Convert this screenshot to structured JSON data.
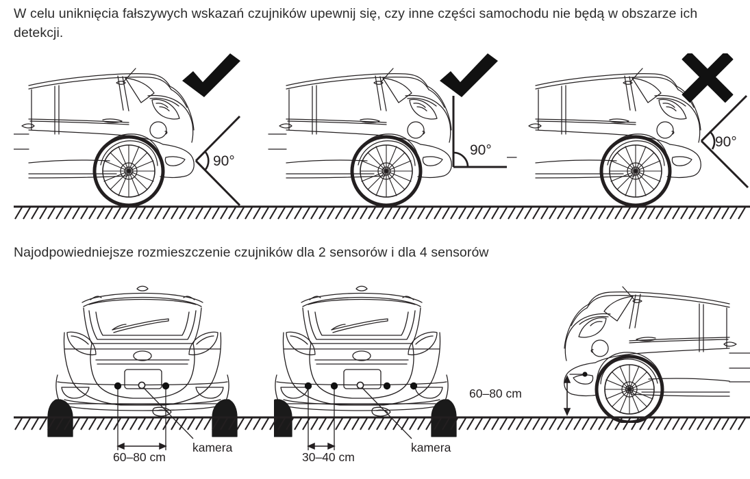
{
  "document": {
    "intro_text": "W celu uniknięcia fałszywych wskazań czujników upewnij się, czy inne części samochodu nie będą w obszarze ich detekcji.",
    "section_text": "Najodpowiedniejsze rozmieszczenie czujników dla 2 sensorów i dla 4 sensorów"
  },
  "top_row": {
    "panels": [
      {
        "id": "correct-angled",
        "verdict": "check",
        "angle_label": "90°",
        "angle_style": "symmetric-v",
        "car_view": "side-rear-quarter"
      },
      {
        "id": "correct-vertical",
        "verdict": "check",
        "angle_label": "90°",
        "angle_style": "vertical-horizontal",
        "car_view": "side-rear-quarter"
      },
      {
        "id": "incorrect-tilted",
        "verdict": "cross",
        "angle_label": "90°",
        "angle_style": "tilted-v",
        "car_view": "side-rear-quarter"
      }
    ]
  },
  "bottom_row": {
    "panels": [
      {
        "id": "two-sensors",
        "car_view": "rear",
        "sensor_count": 2,
        "camera_label": "kamera",
        "spacing_label": "60–80 cm"
      },
      {
        "id": "four-sensors",
        "car_view": "rear",
        "sensor_count": 4,
        "camera_label": "kamera",
        "spacing_label": "30–40 cm"
      },
      {
        "id": "sensor-height",
        "car_view": "side-rear-quarter",
        "height_label": "60–80 cm"
      }
    ]
  },
  "colors": {
    "line": "#231f20",
    "text": "#2b2b2b",
    "mark": "#111111",
    "background": "#ffffff"
  }
}
